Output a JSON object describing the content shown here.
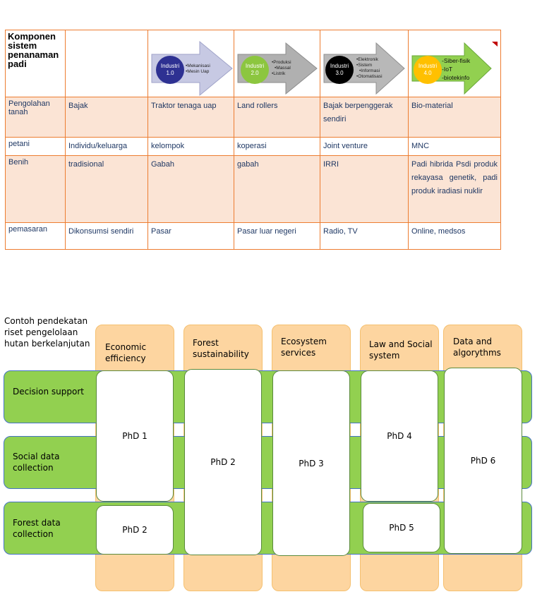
{
  "table": {
    "header": {
      "component_title": "Komponen sistem penanaman padi",
      "stages": [
        {
          "circle": [
            "Industri",
            "1.0"
          ],
          "bullets": [
            "Mekanisasi",
            "Mesin Uap"
          ],
          "circle_color": "#2e3192",
          "arrow_color": "#c7c9e3"
        },
        {
          "circle": [
            "Industri",
            "2.0"
          ],
          "bullets": [
            "Produksi",
            "Massal",
            "Listrik"
          ],
          "circle_color": "#8cc63f",
          "arrow_color": "#b0b0b0"
        },
        {
          "circle": [
            "Industri",
            "3.0"
          ],
          "bullets": [
            "Elektronik",
            "Sistem",
            "Informasi",
            "Otomatisasi"
          ],
          "circle_color": "#000000",
          "arrow_color": "#b8b8b8"
        },
        {
          "circle": [
            "Industri",
            "4.0"
          ],
          "bullets": [
            "Siber-fisik",
            "IoT",
            "biotekinfo"
          ],
          "circle_color": "#ffc000",
          "arrow_color": "#92d050"
        }
      ]
    },
    "rows": [
      {
        "label": "Pengolahan tanah",
        "cells": [
          "Bajak",
          "Traktor tenaga uap",
          "Land rollers",
          "Bajak berpenggerak sendiri",
          "Bio-material"
        ]
      },
      {
        "label": "petani",
        "cells": [
          "Individu/keluarga",
          "kelompok",
          "koperasi",
          "Joint venture",
          "MNC"
        ]
      },
      {
        "label": "Benih",
        "cells": [
          "tradisional",
          "Gabah",
          "gabah",
          "IRRI",
          "Padi hibrida Psdi produk rekayasa genetik, padi produk iradiasi nuklir"
        ]
      },
      {
        "label": "pemasaran",
        "cells": [
          "Dikonsumsi sendiri",
          "Pasar",
          "Pasar luar negeri",
          "Radio, TV",
          "Online, medsos"
        ]
      }
    ]
  },
  "diagram": {
    "caption": "Contoh pendekatan riset pengelolaan hutan berkelanjutan",
    "columns": [
      "Economic efficiency",
      "Forest sustainability",
      "Ecosystem services",
      "Law and Social system",
      "Data and algorythms"
    ],
    "rows": [
      "Decision support",
      "Social data collection",
      "Forest data collection"
    ],
    "boxes": [
      "PhD 1",
      "PhD 2",
      "PhD 2",
      "PhD 3",
      "PhD 4",
      "PhD 5",
      "PhD 6"
    ],
    "colors": {
      "column": "#fdd5a0",
      "row": "#92d050",
      "row_border": "#4472c4"
    }
  }
}
